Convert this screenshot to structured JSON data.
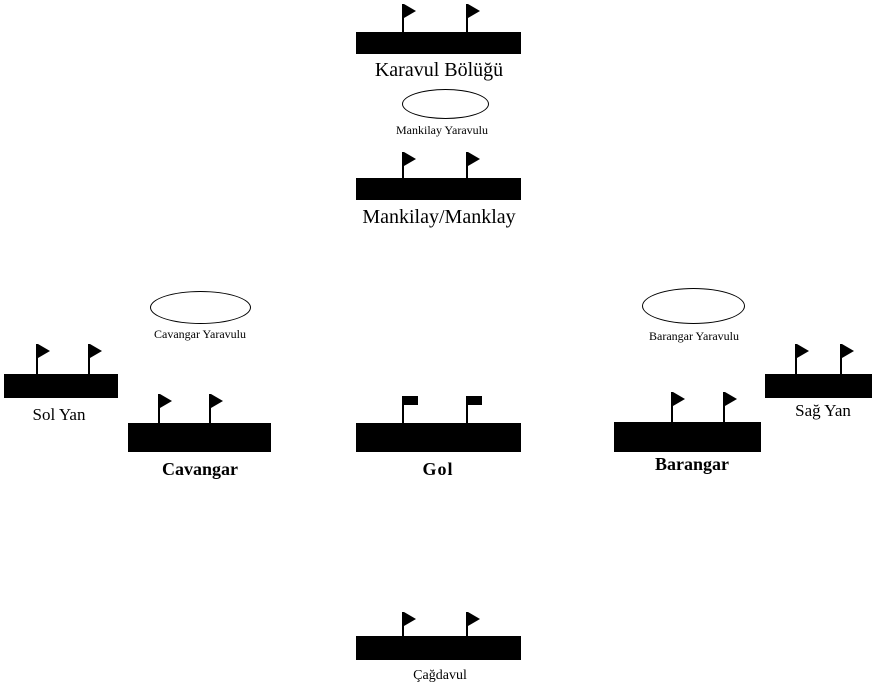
{
  "units": {
    "karavul": {
      "label": "Karavul Bölüğü"
    },
    "mankilay": {
      "label": "Mankilay/Manklay"
    },
    "sol_yan": {
      "label": "Sol Yan"
    },
    "cavangar": {
      "label": "Cavangar"
    },
    "gol": {
      "label": "Gol"
    },
    "barangar": {
      "label": "Barangar"
    },
    "sag_yan": {
      "label": "Sağ Yan"
    },
    "cagdavul": {
      "label": "Çağdavul"
    }
  },
  "yaravul": {
    "mankilay": {
      "label": "Mankilay Yaravulu"
    },
    "cavangar": {
      "label": "Cavangar Yaravulu"
    },
    "barangar": {
      "label": "Barangar Yaravulu"
    }
  },
  "icons": {
    "unit_flag": "flag-icon",
    "unit_bar": "unit-bar"
  },
  "colors": {
    "ink": "#000000",
    "background": "#ffffff"
  }
}
